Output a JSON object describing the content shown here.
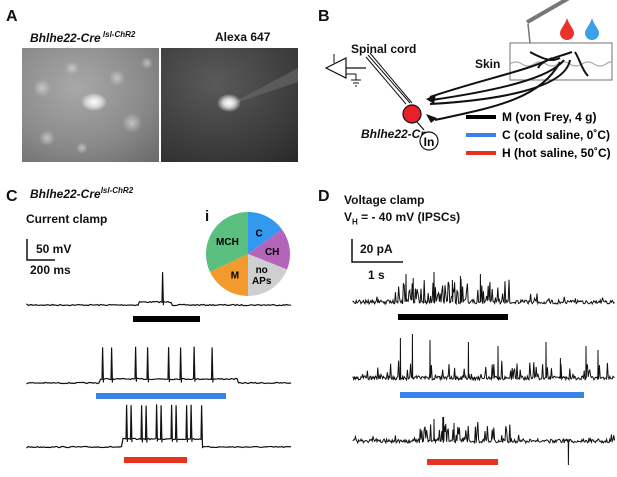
{
  "panels": {
    "a": {
      "letter": "A",
      "left_title_main": "Bhlhe22-Cre",
      "left_title_sup": " lsl-ChR2",
      "right_title": "Alexa 647"
    },
    "b": {
      "letter": "B",
      "spinal_cord_label": "Spinal cord",
      "skin_label": "Skin",
      "neuron_label": "Bhlhe22-Cre",
      "interneuron_label": "In",
      "legend": [
        {
          "label": "M (von Frey, 4 g)",
          "color": "#000000"
        },
        {
          "label": "C (cold saline, 0˚C)",
          "color": "#3b82e8"
        },
        {
          "label": "H (hot saline, 50˚C)",
          "color": "#e8321e"
        }
      ],
      "colors": {
        "neuron": "#e8202a",
        "drop_hot": "#e8322a",
        "drop_cold": "#3aa0e8"
      }
    },
    "c": {
      "letter": "C",
      "title_main": "Bhlhe22-Cre",
      "title_sup": "lsl-ChR2",
      "mode": "Current clamp",
      "scale_v": "50 mV",
      "scale_t": "200 ms",
      "pie_label": "i",
      "pie": [
        {
          "label": "C",
          "value": 0.15,
          "color": "#3399ee"
        },
        {
          "label": "CH",
          "value": 0.16,
          "color": "#b565b9"
        },
        {
          "label": "no APs",
          "value": 0.19,
          "color": "#cfcfcf"
        },
        {
          "label": "M",
          "value": 0.18,
          "color": "#f29a2e"
        },
        {
          "label": "MCH",
          "value": 0.32,
          "color": "#5bbf7f"
        }
      ]
    },
    "d": {
      "letter": "D",
      "mode": "Voltage clamp",
      "vh_prefix": "V",
      "vh_sub": "H",
      "vh_suffix": " = - 40 mV (IPSCs)",
      "scale_i": "20 pA",
      "scale_t": "1 s"
    }
  },
  "stim_colors": {
    "m": "#000000",
    "c": "#3b82e8",
    "h": "#e8321e"
  }
}
